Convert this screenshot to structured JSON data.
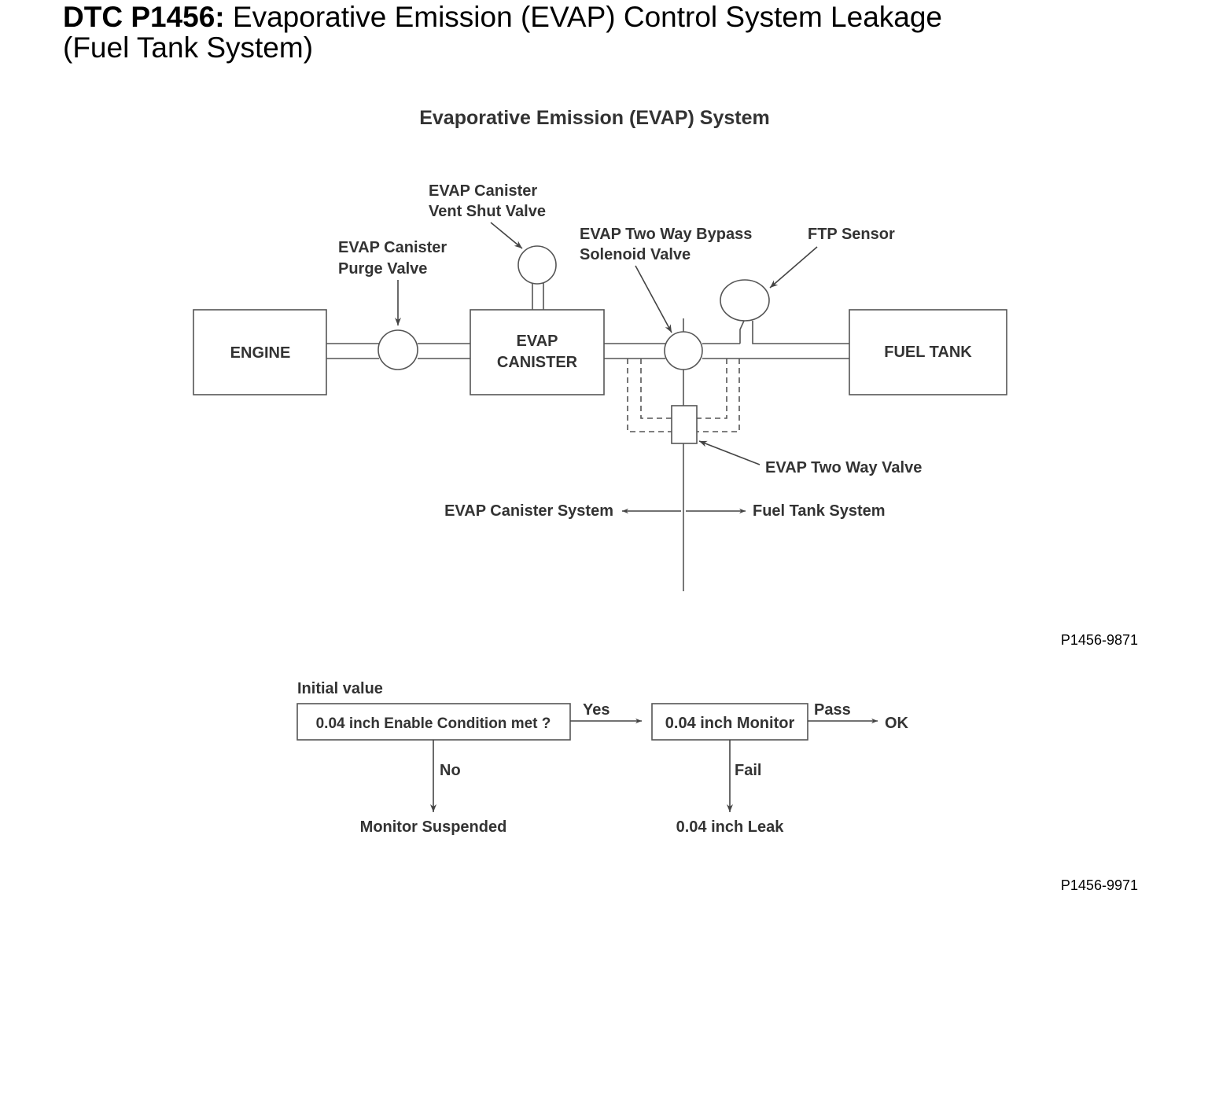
{
  "header": {
    "code": "DTC P1456:",
    "title_line1": "Evaporative Emission (EVAP) Control System Leakage",
    "title_line2": "(Fuel Tank System)"
  },
  "system_diagram": {
    "title": "Evaporative Emission (EVAP) System",
    "engine": "ENGINE",
    "canister_line1": "EVAP",
    "canister_line2": "CANISTER",
    "fuel_tank": "FUEL TANK",
    "purge_valve_line1": "EVAP Canister",
    "purge_valve_line2": "Purge Valve",
    "vent_valve_line1": "EVAP Canister",
    "vent_valve_line2": "Vent Shut Valve",
    "bypass_valve_line1": "EVAP Two Way Bypass",
    "bypass_valve_line2": "Solenoid Valve",
    "ftp_sensor": "FTP Sensor",
    "two_way_valve": "EVAP Two Way Valve",
    "canister_system": "EVAP Canister System",
    "tank_system": "Fuel Tank System",
    "figure_id": "P1456-9871"
  },
  "flowchart": {
    "initial_value": "Initial value",
    "enable_condition": "0.04 inch Enable Condition met ?",
    "yes": "Yes",
    "no": "No",
    "monitor": "0.04 inch Monitor",
    "pass": "Pass",
    "ok": "OK",
    "fail": "Fail",
    "suspended": "Monitor Suspended",
    "leak": "0.04 inch Leak",
    "figure_id": "P1456-9971"
  }
}
